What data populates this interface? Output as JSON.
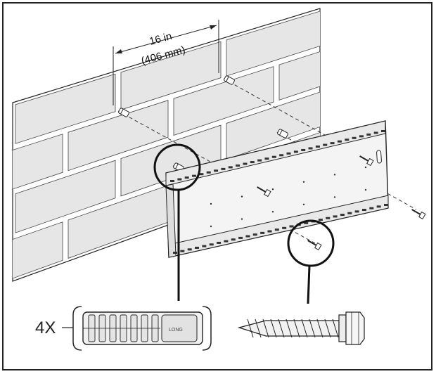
{
  "dimension": {
    "imperial": "16 in",
    "metric": "(406 mm)"
  },
  "parts": {
    "anchor_quantity": "4X",
    "anchor_label": "LONG"
  },
  "colors": {
    "brick_fill": "#e6e6e6",
    "mortar": "#ffffff",
    "line": "#1a1a1a",
    "plate_fill": "#f4f4f4"
  },
  "icons": {
    "anchor": "wall-anchor-icon",
    "screw": "lag-screw-icon"
  }
}
